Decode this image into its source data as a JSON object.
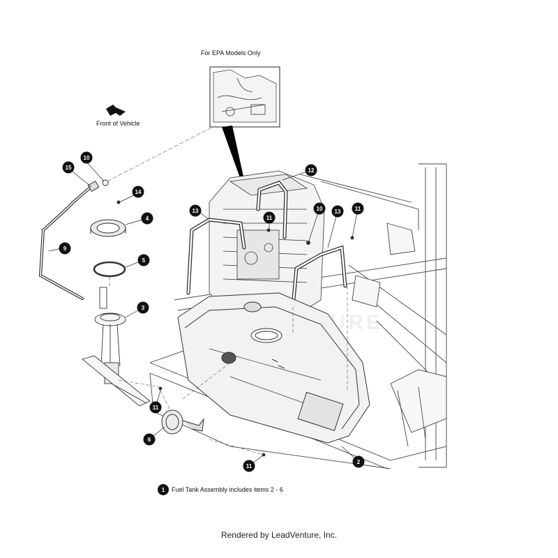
{
  "header": {
    "epa_label": "For EPA Models Only"
  },
  "orientation": {
    "label": "Front of Vehicle",
    "icon": "arrow-icon"
  },
  "callouts": [
    {
      "id": "10",
      "part": "callout-10a"
    },
    {
      "id": "15",
      "part": "callout-15"
    },
    {
      "id": "14",
      "part": "callout-14"
    },
    {
      "id": "4",
      "part": "callout-4"
    },
    {
      "id": "9",
      "part": "callout-9"
    },
    {
      "id": "5",
      "part": "callout-5"
    },
    {
      "id": "3",
      "part": "callout-3"
    },
    {
      "id": "11",
      "part": "callout-11a"
    },
    {
      "id": "6",
      "part": "callout-6"
    },
    {
      "id": "11",
      "part": "callout-11b"
    },
    {
      "id": "2",
      "part": "callout-2"
    },
    {
      "id": "12",
      "part": "callout-12"
    },
    {
      "id": "13",
      "part": "callout-13a"
    },
    {
      "id": "11",
      "part": "callout-11c"
    },
    {
      "id": "10",
      "part": "callout-10b"
    },
    {
      "id": "13",
      "part": "callout-13b"
    },
    {
      "id": "11",
      "part": "callout-11d"
    }
  ],
  "legend": {
    "number": "1",
    "text": "Fuel Tank Assembly includes items 2 - 6"
  },
  "footer": {
    "text": "Rendered by LeadVenture, Inc."
  },
  "watermark": {
    "text": "LEADVENTURE"
  }
}
